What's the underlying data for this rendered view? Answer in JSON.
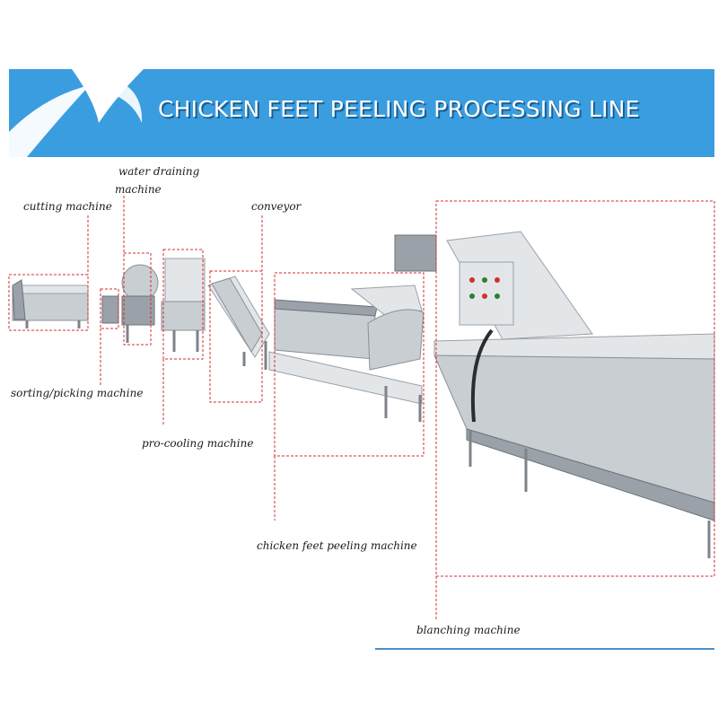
{
  "banner": {
    "title": "CHICKEN FEET PEELING PROCESSING LINE",
    "background_color": "#3a9de0",
    "logo_color": "#ffffff"
  },
  "labels": {
    "water_draining": "water draining",
    "water_draining_2": "machine",
    "cutting": "cutting machine",
    "conveyor": "conveyor",
    "sorting": "sorting/picking machine",
    "pro_cooling": "pro-cooling machine",
    "peeling": "chicken feet peeling machine",
    "blanching": "blanching  machine"
  },
  "colors": {
    "callout": "#d32f2f",
    "steel": "#c9ced3",
    "rule": "#4a8fcf"
  }
}
